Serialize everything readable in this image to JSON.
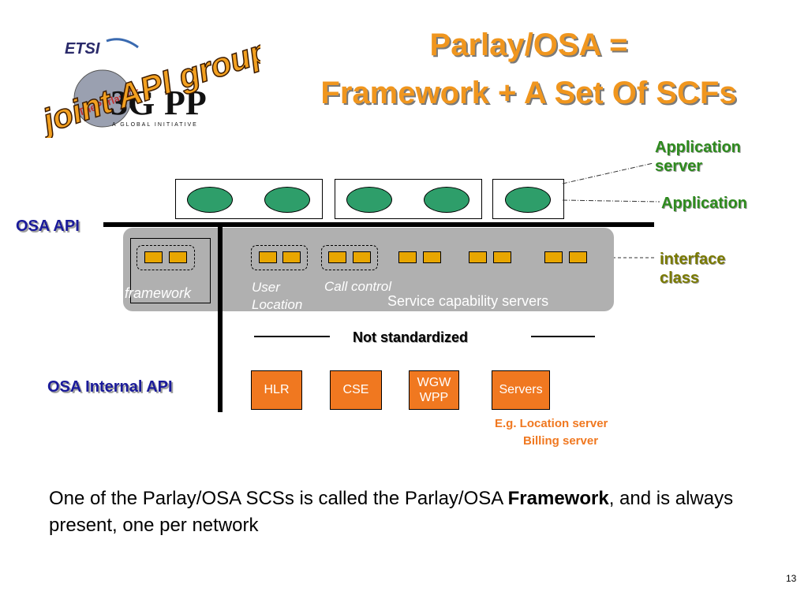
{
  "title": {
    "line1": "Parlay/OSA =",
    "line2": "Framework + A Set Of SCFs"
  },
  "logo": {
    "text": "ETSI joint API group TheParlay Group 3GPP A GLOBAL INITIATIVE"
  },
  "labels": {
    "application_server": "Application server",
    "application": "Application",
    "interface_class": "interface class",
    "osa_api": "OSA API",
    "osa_internal_api": "OSA Internal API",
    "framework": "framework",
    "user_location": "User Location",
    "call_control": "Call control",
    "scs": "Service capability servers",
    "not_standardized": "Not standardized"
  },
  "servers": [
    {
      "label": "HLR"
    },
    {
      "label": "CSE"
    },
    {
      "label": "WGW WPP"
    },
    {
      "label": "Servers"
    }
  ],
  "note": {
    "line1": "E.g. Location server",
    "line2": "Billing server"
  },
  "caption": {
    "part1": "One of the Parlay/OSA SCSs is called the Parlay/OSA ",
    "bold": "Framework",
    "part2": ", and is always present, one per network"
  },
  "page_number": "13",
  "colors": {
    "title": "#f0961e",
    "green_label": "#2e8b1e",
    "api_label": "#1a1a9a",
    "ellipse": "#2e9e6a",
    "interface_square": "#e8a600",
    "server_box": "#f07820",
    "scs_panel": "#b0b0b0"
  }
}
